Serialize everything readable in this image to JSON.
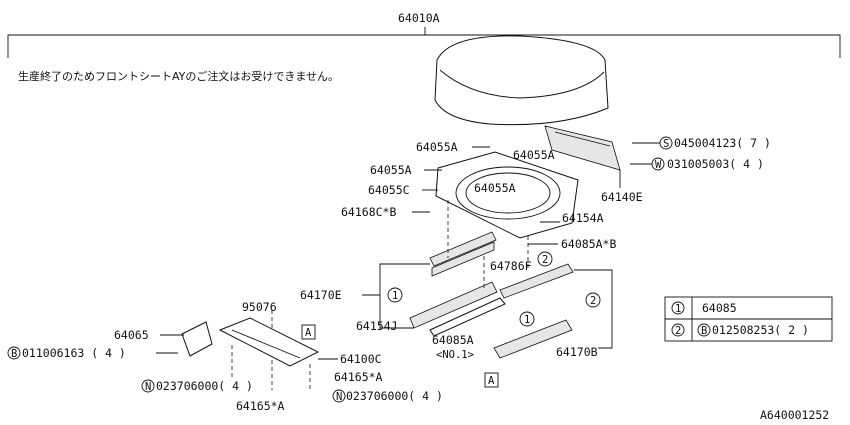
{
  "title_part": "64010A",
  "notice": "生産終了のためフロントシートAYのご注文はお受けできません。",
  "figure_code": "A640001252",
  "labels": {
    "l64055a_top": "64055A",
    "l64055a_mid": "64055A",
    "l64055a_right": "64055A",
    "l64055a_center": "64055A",
    "l64055c": "64055C",
    "l64168c": "64168C*B",
    "l64154a": "64154A",
    "l64085ab": "64085A*B",
    "l64786f": "64786F",
    "l64140e": "64140E",
    "l64170e": "64170E",
    "l64154j": "64154J",
    "l64085a": "64085A",
    "l64085a_note": "<NO.1>",
    "l64170b": "64170B",
    "l95076": "95076",
    "l64065": "64065",
    "l64100c": "64100C",
    "l64165a_1": "64165*A",
    "l64165a_2": "64165*A",
    "bolt_b": "011006163 ( 4 )",
    "nut_n1": "023706000( 4 )",
    "nut_n2": "023706000( 4 )",
    "screw_s": "045004123( 7 )",
    "washer_w": "031005003( 4 )"
  },
  "markers": {
    "b": "B",
    "n": "N",
    "s": "S",
    "w": "W",
    "one": "1",
    "two": "2",
    "a": "A"
  },
  "legend": {
    "rows": [
      {
        "key": "1",
        "part": "64085"
      },
      {
        "key": "2",
        "prefix": "B",
        "part": "012508253( 2 )"
      }
    ]
  }
}
